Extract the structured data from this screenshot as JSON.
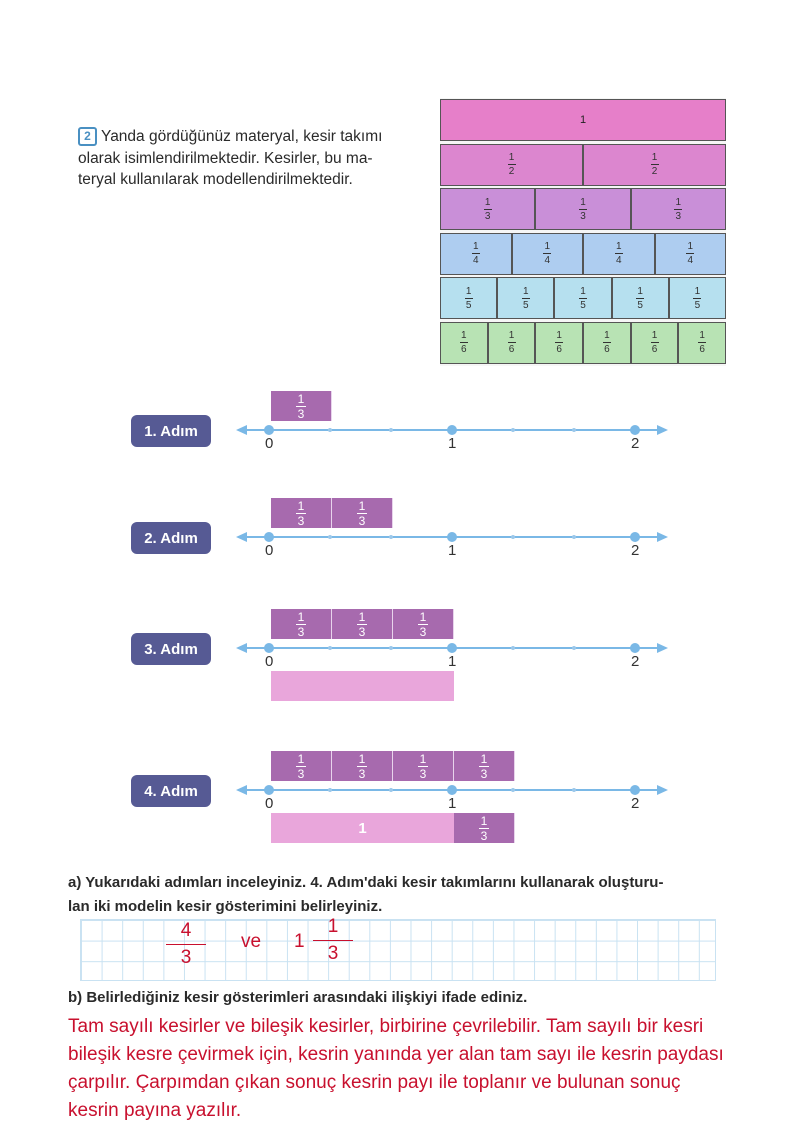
{
  "intro": {
    "number": "2",
    "lines": [
      "Yanda gördüğünüz materyal, kesir takımı",
      "olarak isimlendirilmektedir. Kesirler, bu ma-",
      "teryal kullanılarak modellendirilmektedir."
    ]
  },
  "fraction_kit": {
    "rows": [
      {
        "denominator": "1",
        "count": 1,
        "color": "#e67fc9",
        "whole_label": "1"
      },
      {
        "denominator": "2",
        "count": 2,
        "color": "#dc86cf"
      },
      {
        "denominator": "3",
        "count": 3,
        "color": "#c98fd8"
      },
      {
        "denominator": "4",
        "count": 4,
        "color": "#aecdf0"
      },
      {
        "denominator": "5",
        "count": 5,
        "color": "#b6e0ef"
      },
      {
        "denominator": "6",
        "count": 6,
        "color": "#b8e3b4"
      }
    ],
    "numerator": "1"
  },
  "number_line": {
    "labels": [
      "0",
      "1",
      "2"
    ]
  },
  "piece": {
    "numerator": "1",
    "denominator": "3"
  },
  "steps": [
    {
      "label": "1. Adım",
      "pieces": 1,
      "model": null
    },
    {
      "label": "2. Adım",
      "pieces": 2,
      "model": null
    },
    {
      "label": "3. Adım",
      "pieces": 3,
      "model": {
        "whole": ""
      }
    },
    {
      "label": "4. Adım",
      "pieces": 4,
      "model": {
        "whole": "1"
      }
    }
  ],
  "question_a": {
    "line1": "a) Yukarıdaki adımları inceleyiniz. 4. Adım'daki kesir takımlarını kullanarak oluşturu-",
    "line2": "lan iki modelin kesir gösterimini belirleyiniz."
  },
  "answer_a": {
    "improper": {
      "numerator": "4",
      "denominator": "3"
    },
    "connector": "ve",
    "mixed": {
      "whole": "1",
      "numerator": "1",
      "denominator": "3"
    }
  },
  "question_b": "b) Belirlediğiniz kesir gösterimleri arasındaki ilişkiyi ifade ediniz.",
  "answer_b": [
    "Tam sayılı kesirler ve bileşik kesirler, birbirine çevrilebilir. Tam sayılı bir kesri",
    "bileşik kesre çevirmek için, kesrin yanında yer alan tam sayı ile kesrin paydası",
    "çarpılır. Çarpımdan çıkan sonuç kesrin payı ile toplanır ve bulunan sonuç",
    "kesrin payına yazılır."
  ],
  "colors": {
    "step_label": "#565a94",
    "piece": "#a76aae",
    "whole_model": "#e9a6db",
    "number_line": "#7ab8e6",
    "handwriting": "#c8102e"
  }
}
